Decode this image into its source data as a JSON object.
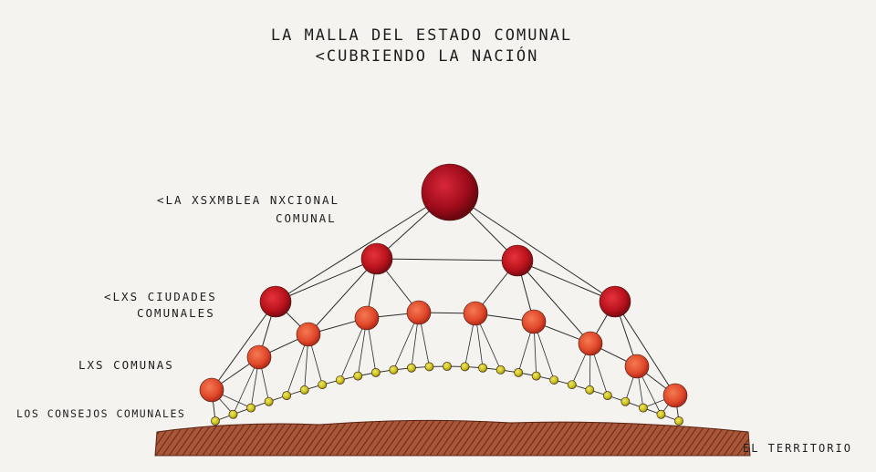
{
  "title": {
    "line1": "LA MALLA DEL ESTADO COMUNAL",
    "line2": "<CUBRIENDO LA NACIÓN"
  },
  "labels": {
    "asamblea_line1": "<LA XSXMBLEA NXCIONAL",
    "asamblea_line2": "COMUNAL",
    "ciudades_line1": "<LXS CIUDADES",
    "ciudades_line2": "COMUNALES",
    "comunas": "LXS COMUNAS",
    "consejos": "LOS CONSEJOS COMUNALES",
    "territorio": "EL TERRITORIO"
  },
  "colors": {
    "paper": "#f4f3ef",
    "ink": "#1d1d1d",
    "asamblea": "#9e0b1a",
    "ciudad": "#b8121c",
    "comuna": "#e0482a",
    "consejo": "#c9c019",
    "territorio": "#8b3a22"
  }
}
